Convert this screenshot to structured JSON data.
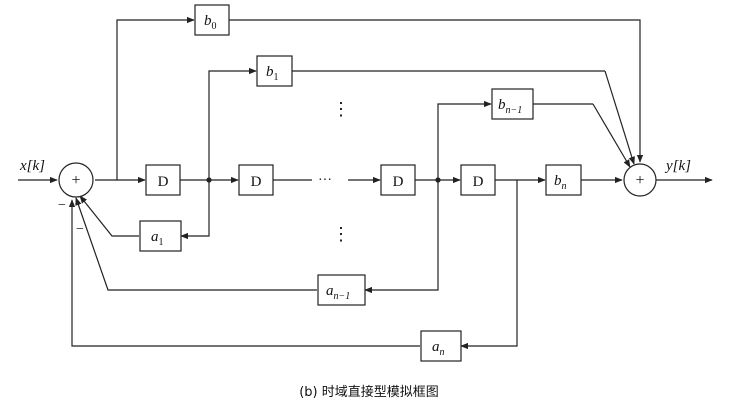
{
  "diagram": {
    "input_label": "x[k]",
    "output_label": "y[k]",
    "adder_symbol": "+",
    "delay_label": "D",
    "ellipsis_h": "···",
    "ellipsis_v": "⋮",
    "minus_sign": "−",
    "feedforward": [
      {
        "base": "b",
        "sub": "0"
      },
      {
        "base": "b",
        "sub": "1"
      },
      {
        "base": "b",
        "sub": "n−1"
      },
      {
        "base": "b",
        "sub": "n"
      }
    ],
    "feedback": [
      {
        "base": "a",
        "sub": "1"
      },
      {
        "base": "a",
        "sub": "n−1"
      },
      {
        "base": "a",
        "sub": "n"
      }
    ]
  },
  "caption": "(b) 时域直接型模拟框图"
}
